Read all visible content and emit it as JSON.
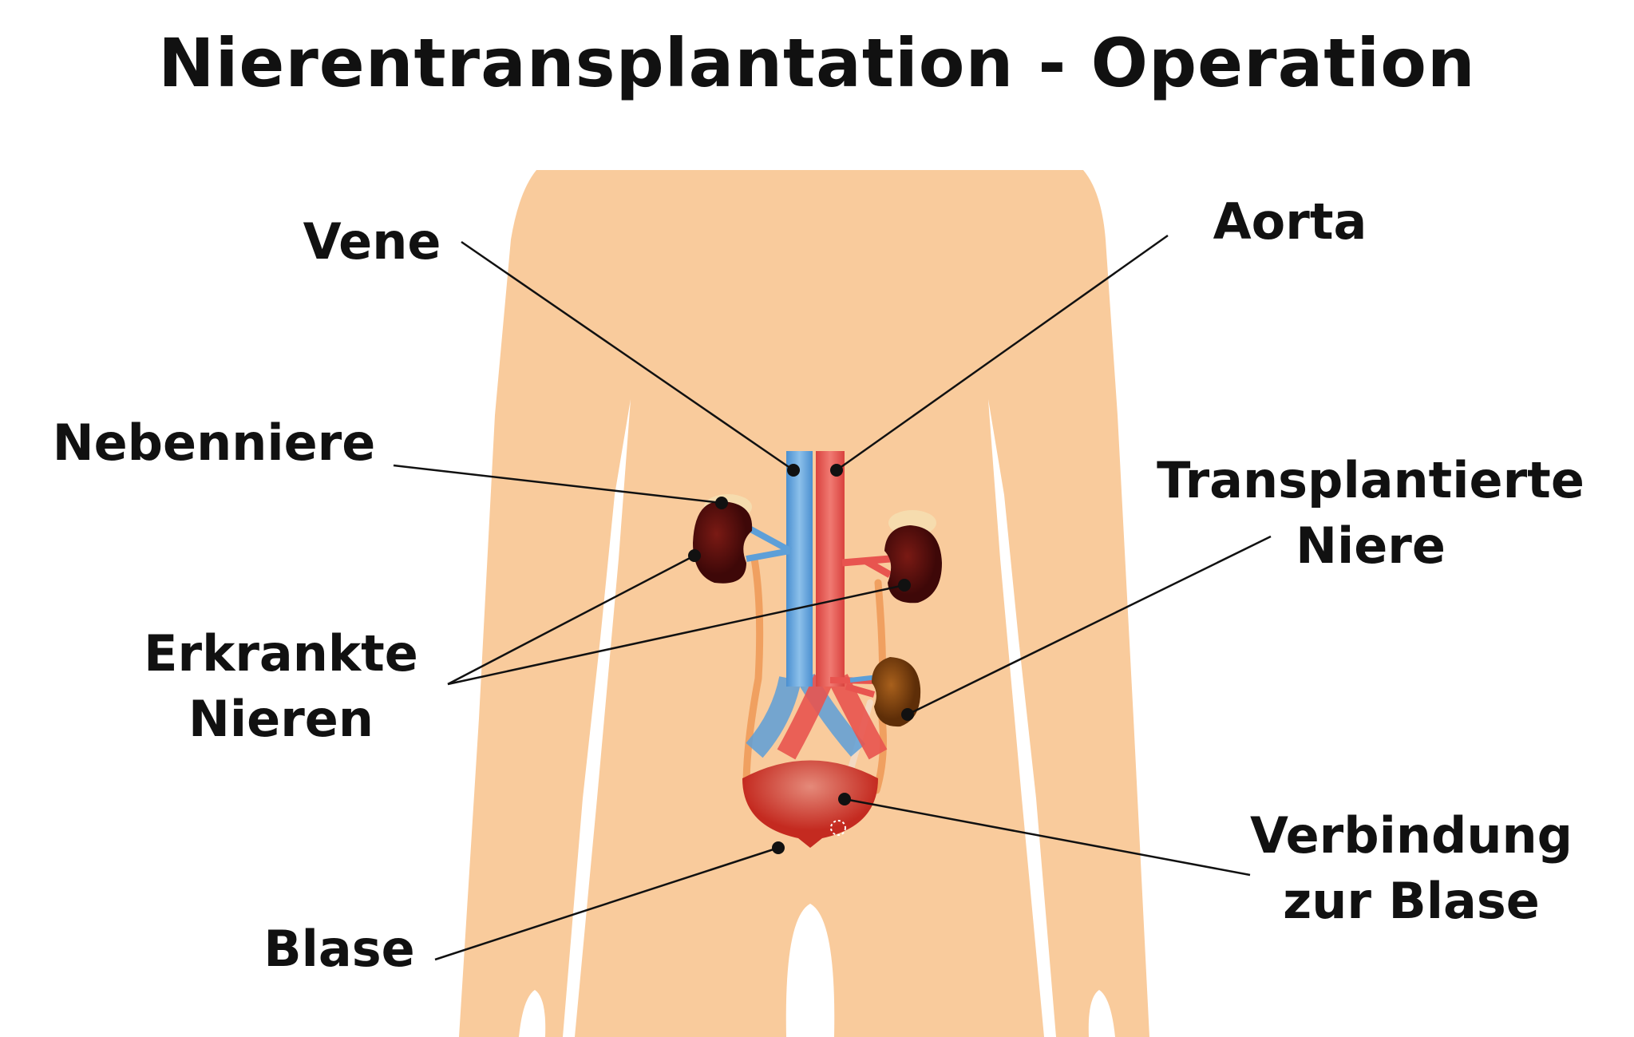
{
  "title": "Nierentransplantation - Operation",
  "labels": {
    "vene": "Vene",
    "aorta": "Aorta",
    "nebenniere": "Nebenniere",
    "erkrankte_1": "Erkrankte",
    "erkrankte_2": "Nieren",
    "transplantierte_1": "Transplantierte",
    "transplantierte_2": "Niere",
    "verbindung_1": "Verbindung",
    "verbindung_2": "zur Blase",
    "blase": "Blase"
  },
  "colors": {
    "skin": "#f9cb9c",
    "vein": "#5d9fd8",
    "artery": "#e8544f",
    "kidney": "#5e1010",
    "transplant_kidney": "#8a4a14",
    "bladder": "#c9362b",
    "ureter": "#f0a060"
  }
}
